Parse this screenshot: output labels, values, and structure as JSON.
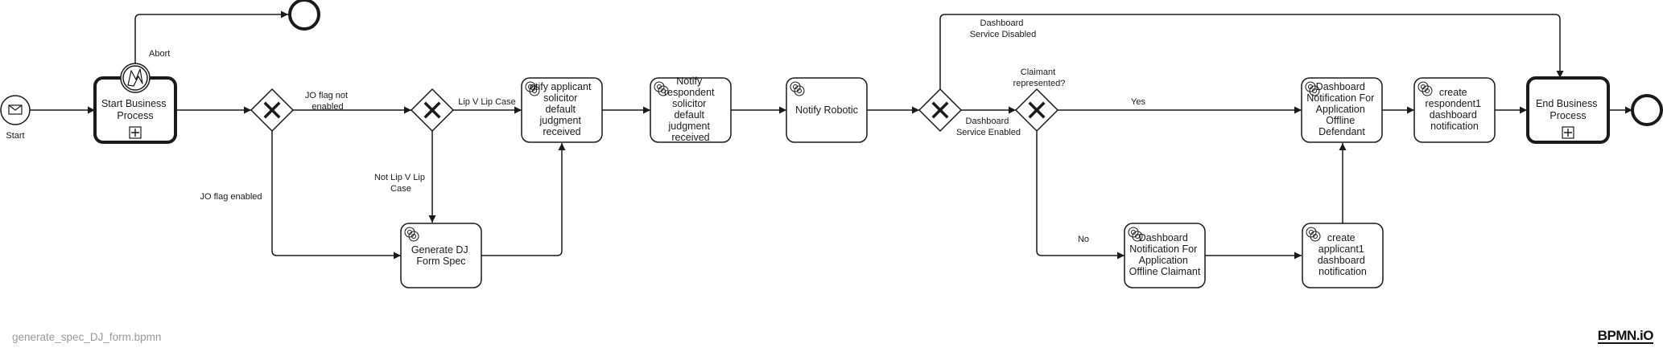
{
  "footer": {
    "filename": "generate_spec_DJ_form.bpmn",
    "brand": "BPMN.iO"
  },
  "events": {
    "start": {
      "label": "Start"
    },
    "abort_boundary": {
      "label": "Abort"
    }
  },
  "tasks": {
    "start_business": [
      "Start Business",
      "Process"
    ],
    "notify_applicant": [
      "otify applicant",
      "solicitor",
      "default",
      "judgment",
      "received"
    ],
    "notify_respondent": [
      "Notify",
      "respondent",
      "solicitor",
      "default",
      "judgment",
      "received"
    ],
    "notify_robotic": [
      "Notify Robotic"
    ],
    "generate_dj": [
      "Generate DJ",
      "Form Spec"
    ],
    "dash_offline_defendant": [
      "Dashboard",
      "Notification For",
      "Application",
      "Offline",
      "Defendant"
    ],
    "create_respondent1": [
      "create",
      "respondent1",
      "dashboard",
      "notification"
    ],
    "end_business": [
      "End Business",
      "Process"
    ],
    "dash_offline_claimant": [
      "Dashboard",
      "Notification For",
      "Application",
      "Offline Claimant"
    ],
    "create_applicant1": [
      "create",
      "applicant1",
      "dashboard",
      "notification"
    ]
  },
  "flows": {
    "jo_not_enabled": [
      "JO flag not",
      "enabled"
    ],
    "jo_enabled": [
      "JO flag enabled"
    ],
    "lip_v_lip": [
      "Lip V Lip Case"
    ],
    "not_lip_v_lip": [
      "Not Lip V Lip",
      "Case"
    ],
    "dash_disabled": [
      "Dashboard",
      "Service Disabled"
    ],
    "dash_enabled": [
      "Dashboard",
      "Service Enabled"
    ],
    "claimant_represented": [
      "Claimant",
      "represented?"
    ],
    "yes": [
      "Yes"
    ],
    "no": [
      "No"
    ]
  }
}
